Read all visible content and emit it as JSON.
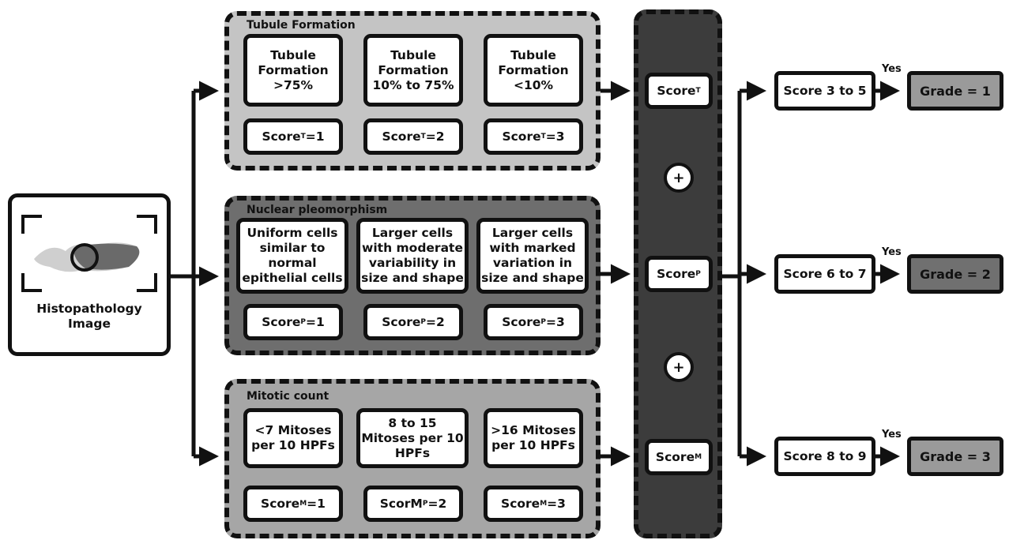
{
  "input": {
    "label": "Histopathology Image"
  },
  "panels": {
    "tubule": {
      "title": "Tubule Formation",
      "criteria": [
        "Tubule Formation >75%",
        "Tubule Formation 10% to 75%",
        "Tubule Formation <10%"
      ],
      "scores": [
        {
          "pre": "Score",
          "sub": "T",
          "post": "=1"
        },
        {
          "pre": "Score",
          "sub": "T",
          "post": "=2"
        },
        {
          "pre": "Score",
          "sub": "T",
          "post": "=3"
        }
      ]
    },
    "nuclear": {
      "title": "Nuclear pleomorphism",
      "criteria": [
        "Uniform cells similar to normal epithelial cells",
        "Larger cells with moderate variability in size and shape",
        "Larger cells with marked variation in size and shape"
      ],
      "scores": [
        {
          "pre": "Score",
          "sub": "P",
          "post": "=1"
        },
        {
          "pre": "Score",
          "sub": "P",
          "post": "=2"
        },
        {
          "pre": "Score",
          "sub": "P",
          "post": "=3"
        }
      ]
    },
    "mitotic": {
      "title": "Mitotic count",
      "criteria": [
        "<7 Mitoses per 10 HPFs",
        "8 to 15 Mitoses per 10 HPFs",
        ">16 Mitoses per 10 HPFs"
      ],
      "scores": [
        {
          "pre": "Score",
          "sub": "M",
          "post": "=1"
        },
        {
          "pre": "ScorM",
          "sub": "P",
          "post": "=2"
        },
        {
          "pre": "Score",
          "sub": "M",
          "post": "=3"
        }
      ]
    }
  },
  "sum": {
    "scores": [
      {
        "pre": "Score",
        "sub": "T"
      },
      {
        "pre": "Score",
        "sub": "P"
      },
      {
        "pre": "Score",
        "sub": "M"
      }
    ],
    "plus": "+"
  },
  "outcomes": [
    {
      "range": "Score 3 to 5",
      "yes": "Yes",
      "grade": "Grade = 1"
    },
    {
      "range": "Score 6 to 7",
      "yes": "Yes",
      "grade": "Grade = 2"
    },
    {
      "range": "Score 8 to 9",
      "yes": "Yes",
      "grade": "Grade = 3"
    }
  ],
  "colors": {
    "tubule_panel": "#c4c4c4",
    "nuclear_panel": "#6e6e6e",
    "mitotic_panel": "#a6a6a6",
    "sum_panel": "#3c3c3c",
    "grade_box": "#9a9a9a",
    "line": "#111111"
  }
}
